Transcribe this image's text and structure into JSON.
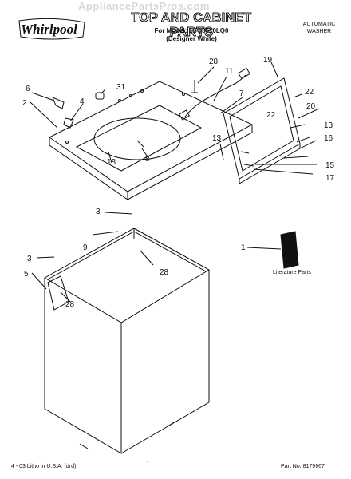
{
  "header": {
    "watermark": "AppliancePartsPros.com",
    "brand": "Whirlpool",
    "title": "TOP AND CABINET PARTS",
    "model_line": "For Model: LSQ8510LQ0",
    "model_variant": "(Designer White)",
    "product_line1": "AUTOMATIC",
    "product_line2": "WASHER"
  },
  "callouts": [
    "28",
    "11",
    "19",
    "6",
    "31",
    "4",
    "2",
    "7",
    "22",
    "20",
    "22",
    "13",
    "16",
    "13",
    "15",
    "17",
    "8",
    "18",
    "3",
    "9",
    "28",
    "1",
    "3",
    "5",
    "28"
  ],
  "literature_label": "Literature Parts",
  "footer": {
    "print": "4 - 03 Litho in U.S.A. (drd)",
    "page": "1",
    "part_number": "Part No. 8179967"
  }
}
